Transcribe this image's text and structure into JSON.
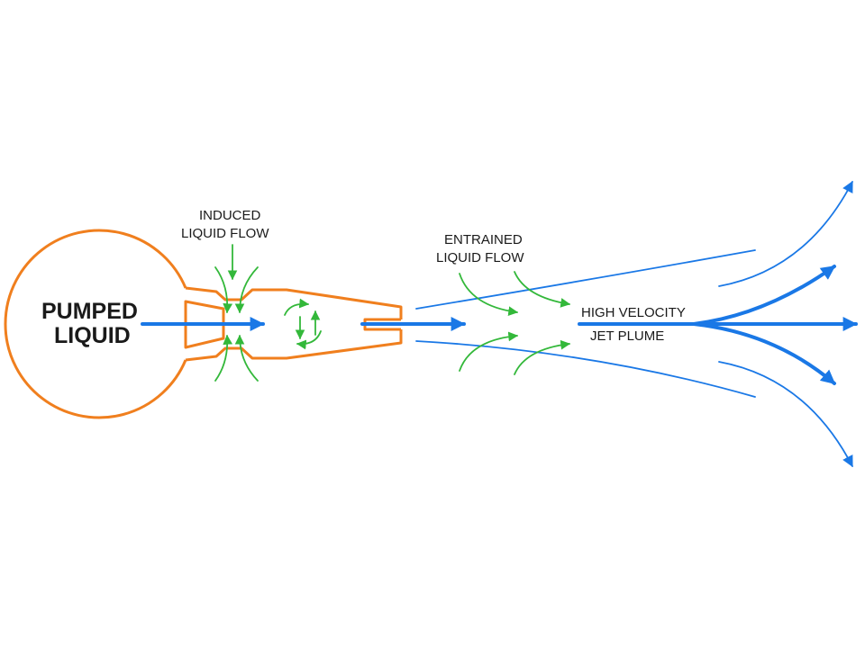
{
  "labels": {
    "pumped_line1": "PUMPED",
    "pumped_line2": "LIQUID",
    "induced_line1": "INDUCED",
    "induced_line2": "LIQUID FLOW",
    "entrained_line1": "ENTRAINED",
    "entrained_line2": "LIQUID FLOW",
    "plume_line1": "HIGH VELOCITY",
    "plume_line2": "JET PLUME"
  },
  "colors": {
    "nozzle": "#f07f1e",
    "jet_flow": "#1a78e6",
    "induced_flow": "#33b83a"
  },
  "icons": [
    "arrow-right-icon",
    "circular-arrows-icon"
  ]
}
